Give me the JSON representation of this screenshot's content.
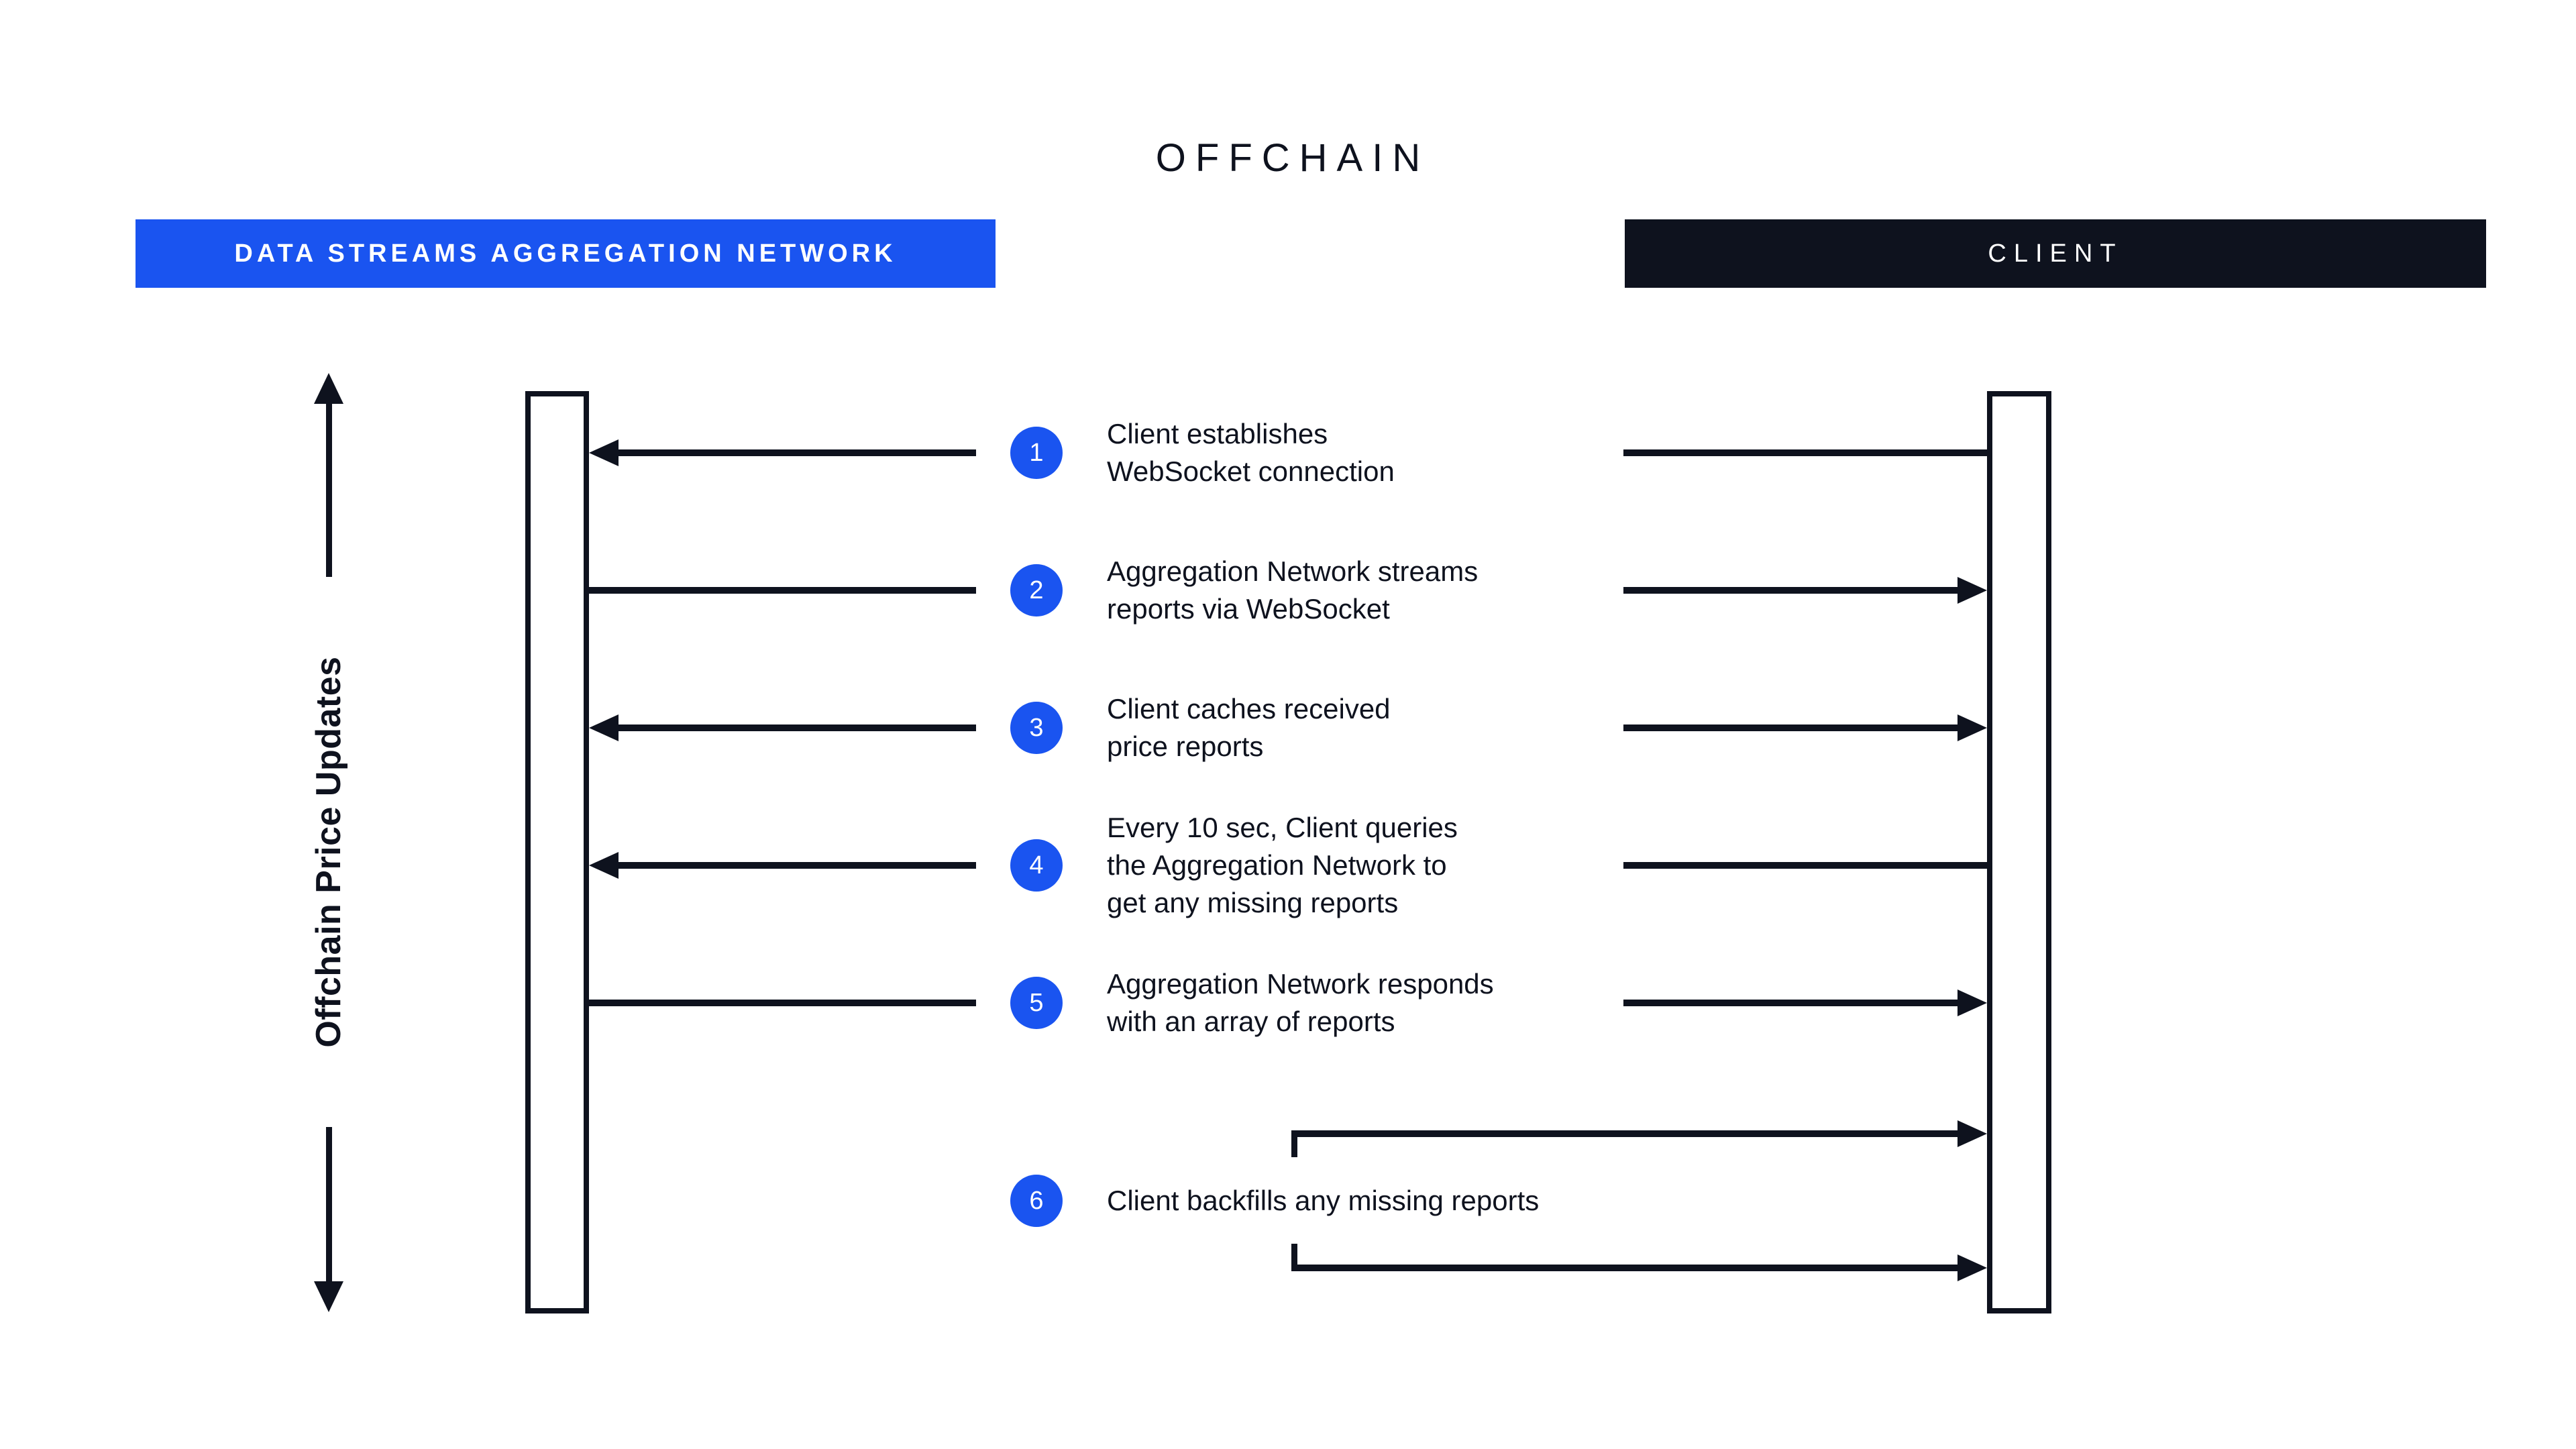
{
  "diagram": {
    "title": "OFFCHAIN",
    "participants": {
      "network": "DATA STREAMS AGGREGATION NETWORK",
      "client": "CLIENT"
    },
    "axis_label": "Offchain Price Updates",
    "steps": [
      {
        "number": "1",
        "text": "Client establishes\nWebSocket connection",
        "direction": "client-to-network"
      },
      {
        "number": "2",
        "text": "Aggregation Network streams\nreports via WebSocket",
        "direction": "network-to-client"
      },
      {
        "number": "3",
        "text": "Client caches received\nprice reports",
        "direction": "both-outward"
      },
      {
        "number": "4",
        "text": "Every 10 sec, Client queries\nthe Aggregation Network to\nget any missing reports",
        "direction": "client-to-network"
      },
      {
        "number": "5",
        "text": "Aggregation Network responds\nwith an array of reports",
        "direction": "network-to-client"
      },
      {
        "number": "6",
        "text": "Client backfills any missing reports",
        "direction": "client-self"
      }
    ],
    "colors": {
      "accent_blue": "#1a54f0",
      "dark_navy": "#0e121e",
      "background": "#ffffff"
    }
  }
}
